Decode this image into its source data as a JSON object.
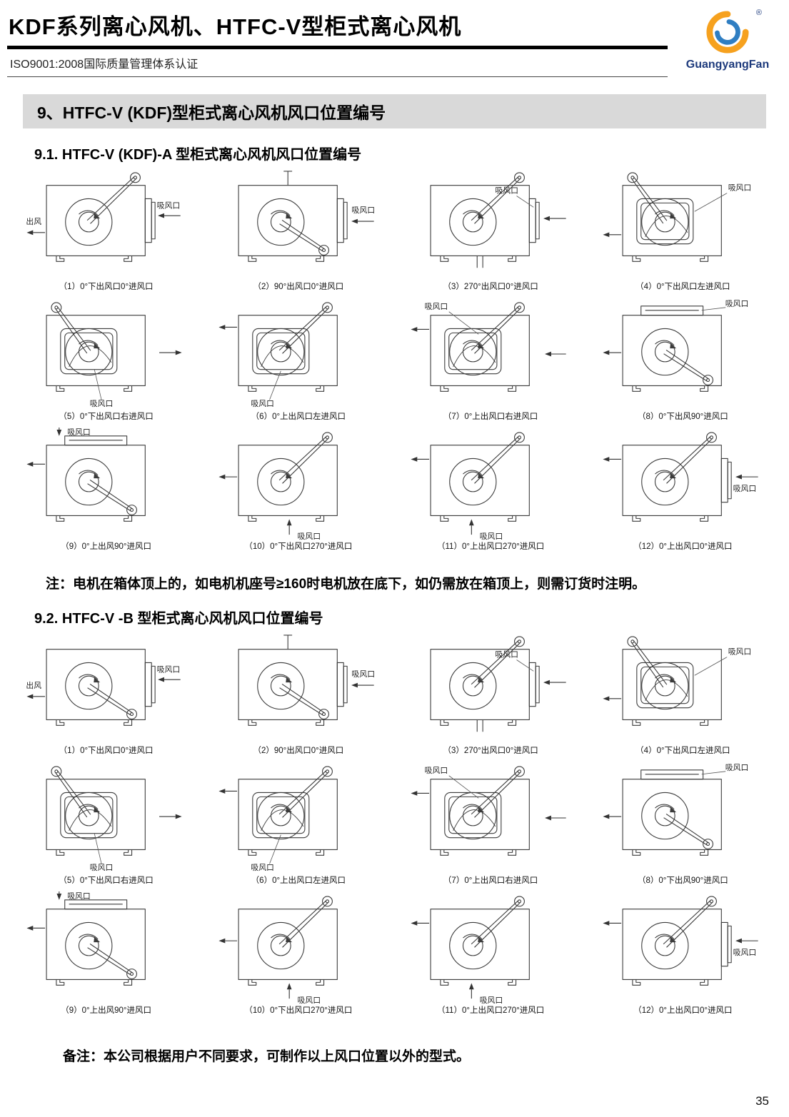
{
  "header": {
    "title": "KDF系列离心风机、HTFC-V型柜式离心风机",
    "subtitle": "ISO9001:2008国际质量管理体系认证",
    "logo": {
      "brand": "GuangyangFan",
      "registered": "®",
      "icon": "swirl-logo-icon",
      "orange": "#F6A11E",
      "blue": "#2F7EC2",
      "text_color": "#1d3a7c"
    }
  },
  "section_banner": "9、HTFC-V (KDF)型柜式离心风机风口位置编号",
  "section_a": {
    "heading": "9.1. HTFC-V (KDF)-A 型柜式离心风机风口位置编号",
    "diagrams": [
      {
        "caption": "（1）0°下出风口0°进风口",
        "labels": [
          "出风",
          "吸风口"
        ]
      },
      {
        "caption": "（2）90°出风口0°进风口",
        "labels": [
          "吸风口"
        ]
      },
      {
        "caption": "（3）270°出风口0°进风口",
        "labels": [
          "吸风口"
        ]
      },
      {
        "caption": "（4）0°下出风口左进风口",
        "labels": [
          "吸风口"
        ]
      },
      {
        "caption": "（5）0°下出风口右进风口",
        "labels": [
          "吸风口"
        ]
      },
      {
        "caption": "（6）0°上出风口左进风口",
        "labels": [
          "吸风口"
        ]
      },
      {
        "caption": "（7）0°上出风口右进风口",
        "labels": [
          "吸风口"
        ]
      },
      {
        "caption": "（8）0°下出风90°进风口",
        "labels": [
          "吸风口"
        ]
      },
      {
        "caption": "（9）0°上出风90°进风口",
        "labels": [
          "吸风口"
        ]
      },
      {
        "caption": "（10）0°下出风口270°进风口",
        "labels": [
          "吸风口"
        ]
      },
      {
        "caption": "（11）0°上出风口270°进风口",
        "labels": [
          "吸风口"
        ]
      },
      {
        "caption": "（12）0°上出风口0°进风口",
        "labels": [
          "吸风口"
        ]
      }
    ],
    "note": "注：电机在箱体顶上的，如电机机座号≥160时电机放在底下，如仍需放在箱顶上，则需订货时注明。"
  },
  "section_b": {
    "heading": "9.2. HTFC-V -B 型柜式离心风机风口位置编号",
    "diagrams": [
      {
        "caption": "（1）0°下出风口0°进风口",
        "labels": [
          "出风",
          "吸风口"
        ]
      },
      {
        "caption": "（2）90°出风口0°进风口",
        "labels": [
          "吸风口"
        ]
      },
      {
        "caption": "（3）270°出风口0°进风口",
        "labels": [
          "吸风口"
        ]
      },
      {
        "caption": "（4）0°下出风口左进风口",
        "labels": [
          "吸风口"
        ]
      },
      {
        "caption": "（5）0°下出风口右进风口",
        "labels": [
          "吸风口"
        ]
      },
      {
        "caption": "（6）0°上出风口左进风口",
        "labels": [
          "吸风口"
        ]
      },
      {
        "caption": "（7）0°上出风口右进风口",
        "labels": [
          "吸风口"
        ]
      },
      {
        "caption": "（8）0°下出风90°进风口",
        "labels": [
          "吸风口"
        ]
      },
      {
        "caption": "（9）0°上出风90°进风口",
        "labels": [
          "吸风口"
        ]
      },
      {
        "caption": "（10）0°下出风口270°进风口",
        "labels": [
          "吸风口"
        ]
      },
      {
        "caption": "（11）0°上出风口270°进风口",
        "labels": [
          "吸风口"
        ]
      },
      {
        "caption": "（12）0°上出风口0°进风口",
        "labels": [
          "吸风口"
        ]
      }
    ],
    "note": "备注：本公司根据用户不同要求，可制作以上风口位置以外的型式。"
  },
  "page_number": "35"
}
